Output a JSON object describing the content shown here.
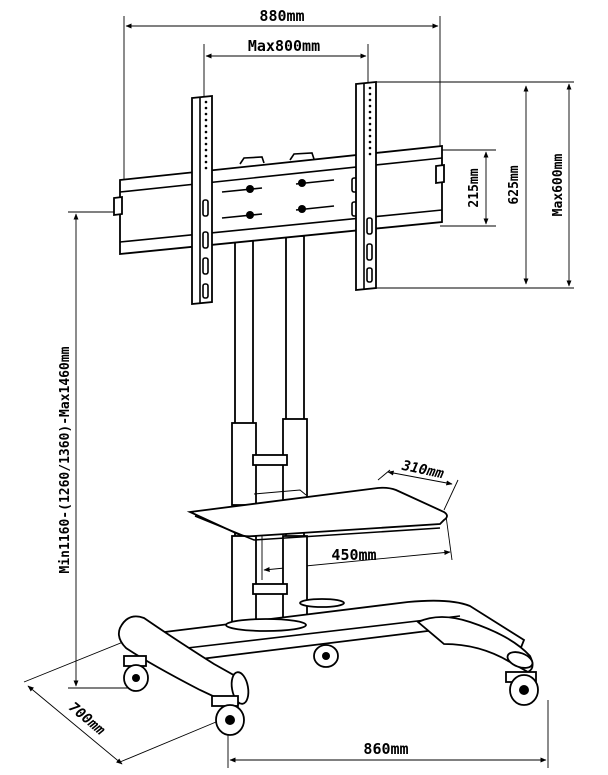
{
  "dimensions": {
    "overall_width": "880mm",
    "vesa_width_max": "Max800mm",
    "hole_spacing": "215mm",
    "arm_height": "625mm",
    "vesa_height_max": "Max600mm",
    "total_height": "Min1160-(1260/1360)-Max1460mm",
    "shelf_depth": "310mm",
    "shelf_width": "450mm",
    "base_depth": "700mm",
    "base_width": "860mm"
  }
}
